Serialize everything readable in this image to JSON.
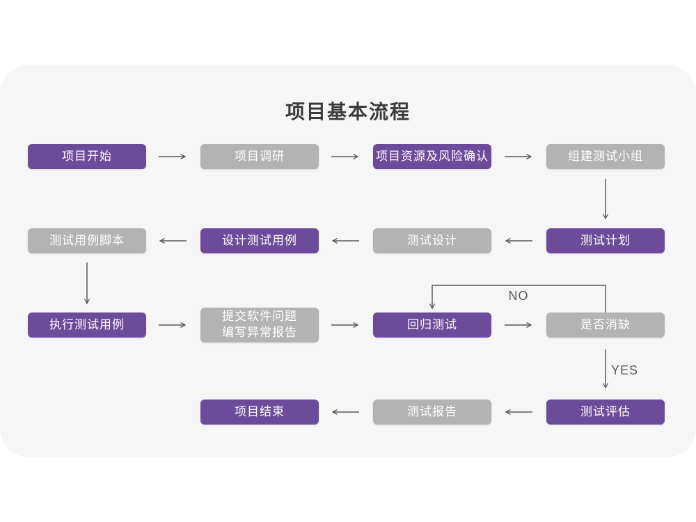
{
  "page": {
    "title": "项目基本流程"
  },
  "colors": {
    "purple": "#6C4B9B",
    "gray": "#B3B3B3",
    "card_bg": "#F6F6F7",
    "arrow": "#58585A",
    "title_text": "#3B3B3B",
    "node_text": "#FFFFFF"
  },
  "flowchart": {
    "nodes": [
      {
        "label": "项目开始",
        "variant": "purple"
      },
      {
        "label": "项目调研",
        "variant": "gray"
      },
      {
        "label": "项目资源及风险确认",
        "variant": "purple"
      },
      {
        "label": "组建测试小组",
        "variant": "gray"
      },
      {
        "label": "测试计划",
        "variant": "purple"
      },
      {
        "label": "测试设计",
        "variant": "gray"
      },
      {
        "label": "设计测试用例",
        "variant": "purple"
      },
      {
        "label": "测试用例脚本",
        "variant": "gray"
      },
      {
        "label": "执行测试用例",
        "variant": "purple"
      },
      {
        "label": "提交软件问题\n编写异常报告",
        "variant": "gray"
      },
      {
        "label": "回归测试",
        "variant": "purple"
      },
      {
        "label": "是否消缺",
        "variant": "gray"
      },
      {
        "label": "测试评估",
        "variant": "purple"
      },
      {
        "label": "测试报告",
        "variant": "gray"
      },
      {
        "label": "项目结束",
        "variant": "purple"
      }
    ],
    "branch_labels": {
      "no": "NO",
      "yes": "YES"
    }
  }
}
